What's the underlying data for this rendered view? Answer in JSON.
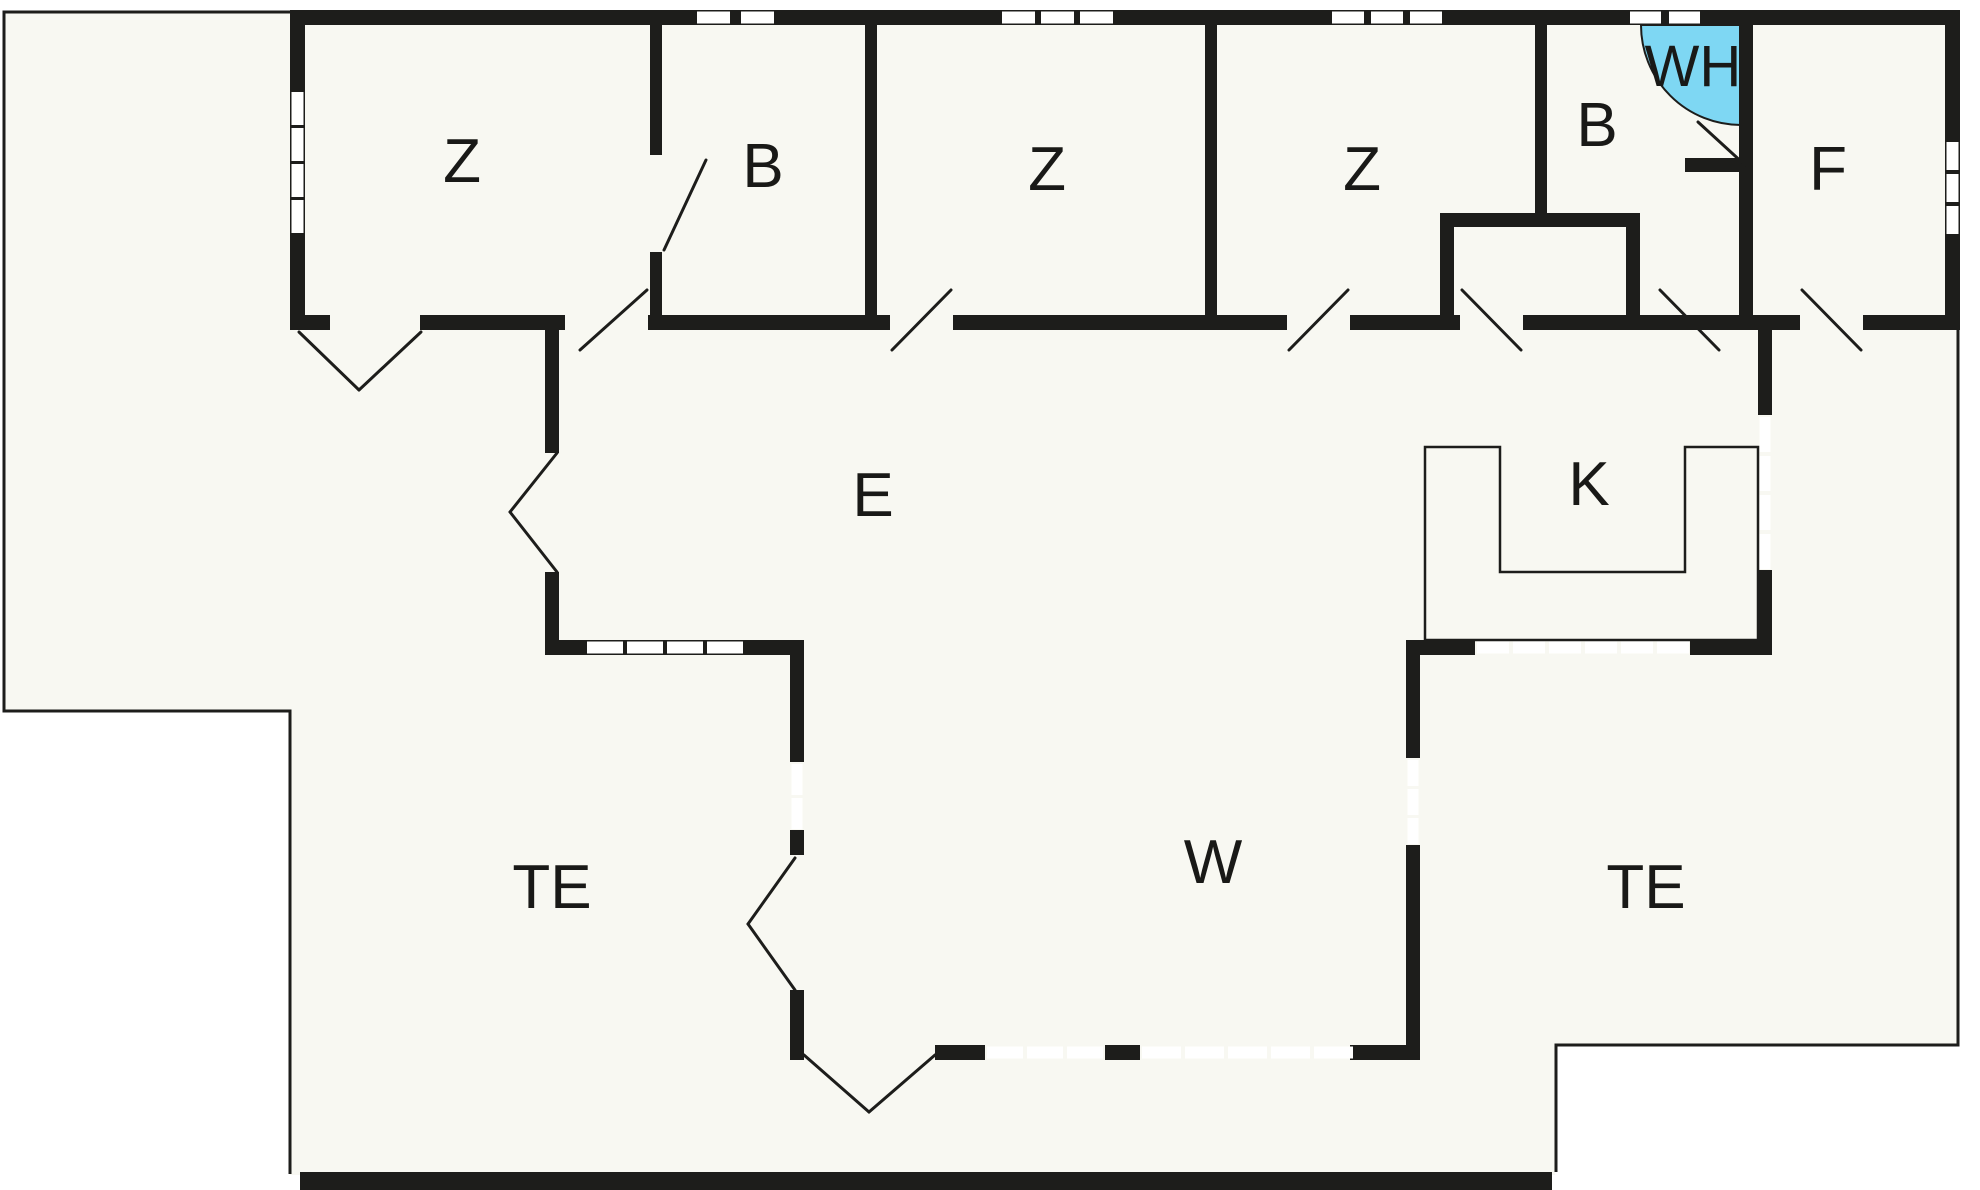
{
  "document": {
    "type": "floor-plan"
  },
  "colors": {
    "wall": "#1d1d1b",
    "floor": "#f8f8f2",
    "outside": "#ffffff",
    "water_heater_fill": "#7ed7f3"
  },
  "rooms": [
    {
      "name": "bedroom-1",
      "label": "Z"
    },
    {
      "name": "bathroom-1",
      "label": "B"
    },
    {
      "name": "bedroom-2",
      "label": "Z"
    },
    {
      "name": "bedroom-3",
      "label": "Z"
    },
    {
      "name": "bathroom-2",
      "label": "B"
    },
    {
      "name": "water-heater",
      "label": "WH"
    },
    {
      "name": "room-f",
      "label": "F"
    },
    {
      "name": "entrance-hall",
      "label": "E"
    },
    {
      "name": "kitchen",
      "label": "K"
    },
    {
      "name": "living-room",
      "label": "W"
    },
    {
      "name": "terrace-left",
      "label": "TE"
    },
    {
      "name": "terrace-right",
      "label": "TE"
    }
  ]
}
